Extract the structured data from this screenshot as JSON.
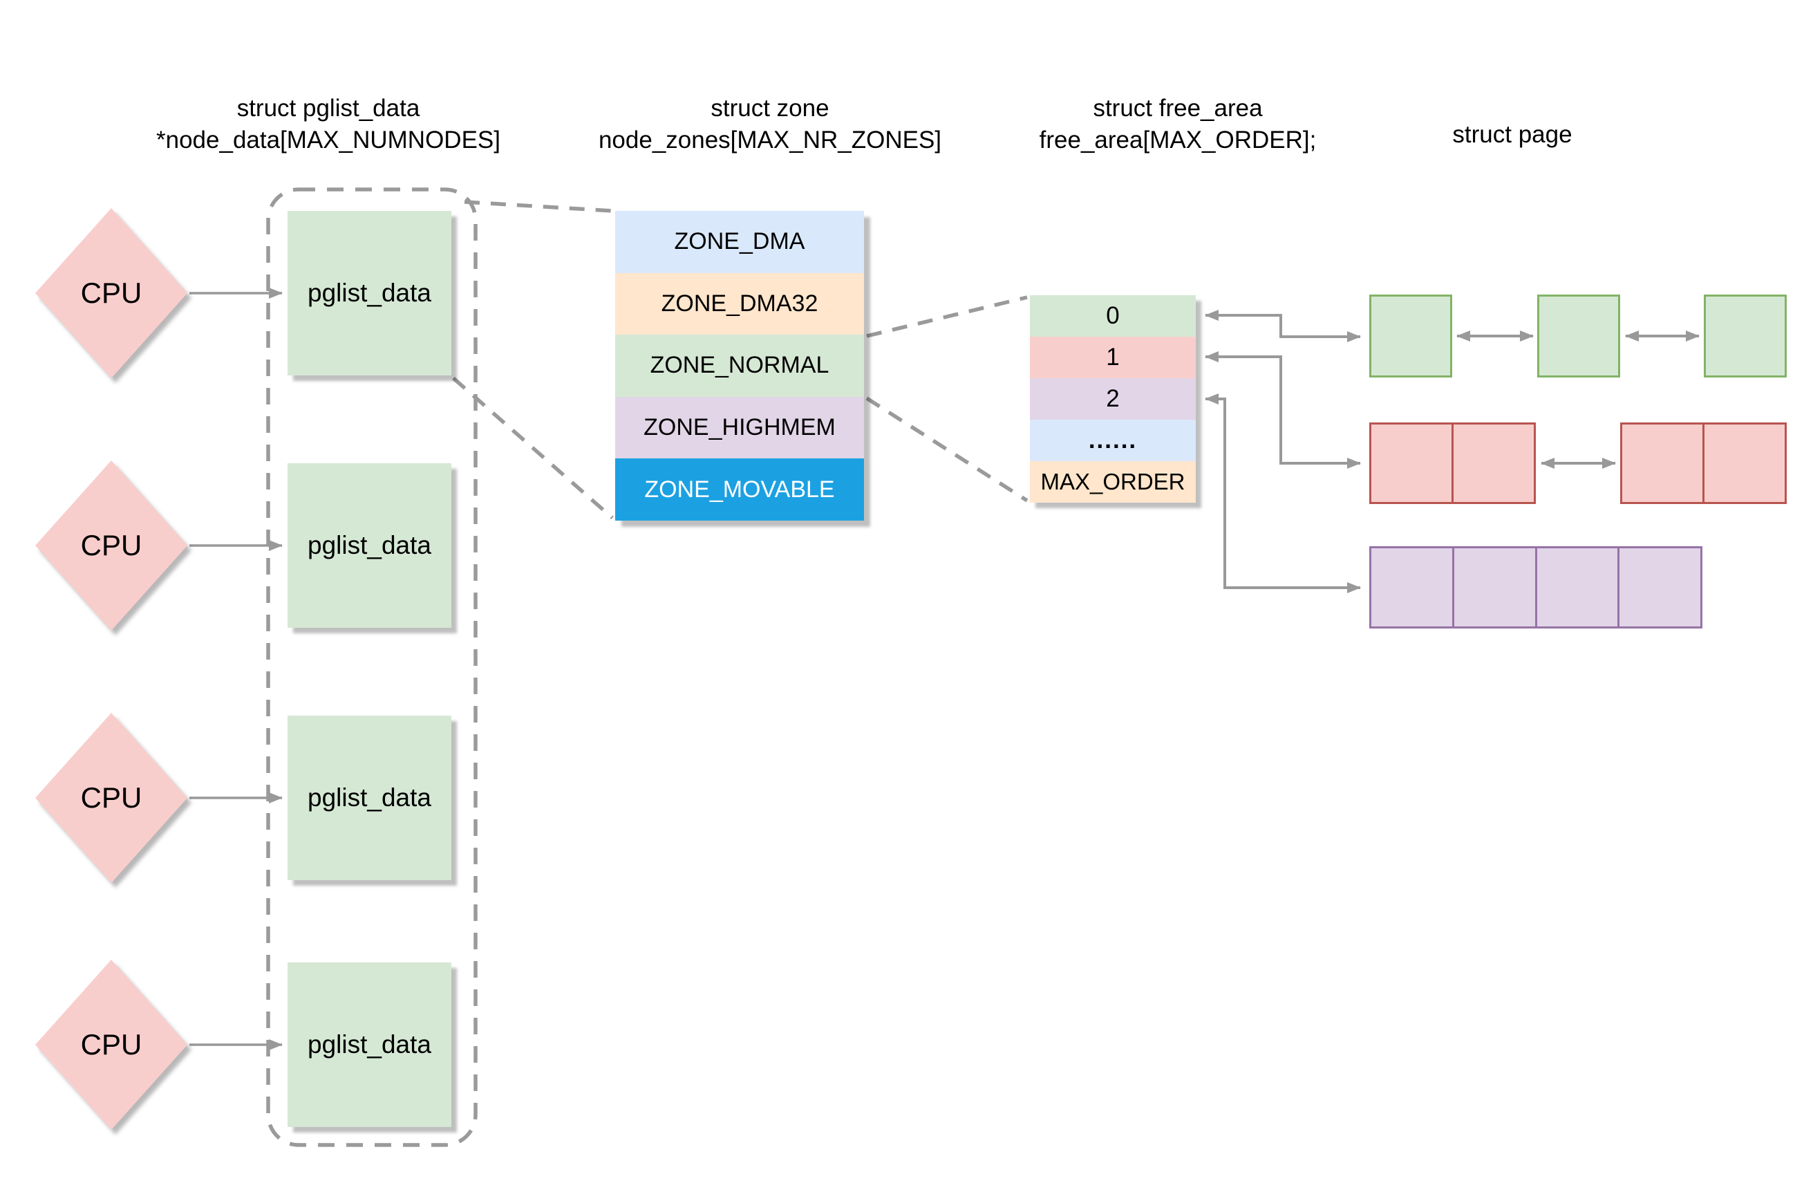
{
  "headers": {
    "pglist": {
      "line1": "struct pglist_data",
      "line2": "*node_data[MAX_NUMNODES]"
    },
    "zone": {
      "line1": "struct zone",
      "line2": "node_zones[MAX_NR_ZONES]"
    },
    "free_area": {
      "line1": "struct free_area",
      "line2": "free_area[MAX_ORDER];"
    },
    "page": {
      "line1": "struct page"
    }
  },
  "cpu_nodes": [
    {
      "label": "CPU"
    },
    {
      "label": "CPU"
    },
    {
      "label": "CPU"
    },
    {
      "label": "CPU"
    }
  ],
  "pglist_nodes": [
    {
      "label": "pglist_data"
    },
    {
      "label": "pglist_data"
    },
    {
      "label": "pglist_data"
    },
    {
      "label": "pglist_data"
    }
  ],
  "zones": {
    "items": [
      {
        "label": "ZONE_DMA",
        "color": "#dae8fc",
        "text": "#000000"
      },
      {
        "label": "ZONE_DMA32",
        "color": "#ffe6cc",
        "text": "#000000"
      },
      {
        "label": "ZONE_NORMAL",
        "color": "#d5e8d4",
        "text": "#000000"
      },
      {
        "label": "ZONE_HIGHMEM",
        "color": "#e1d5e7",
        "text": "#000000"
      },
      {
        "label": "ZONE_MOVABLE",
        "color": "#1ba1e2",
        "text": "#ffffff"
      }
    ]
  },
  "free_area": {
    "rows": [
      {
        "label": "0",
        "color": "#d5e8d4"
      },
      {
        "label": "1",
        "color": "#f8cecc"
      },
      {
        "label": "2",
        "color": "#e1d5e7"
      },
      {
        "label": "......",
        "color": "#dae8fc"
      },
      {
        "label": "MAX_ORDER",
        "color": "#ffe6cc"
      }
    ]
  },
  "pages": {
    "order0": {
      "fill": "#d5e8d4",
      "border": "#82b366",
      "blocks": 3,
      "cells_per_block": 1
    },
    "order1": {
      "fill": "#f8cecc",
      "border": "#b85450",
      "blocks": 2,
      "cells_per_block": 2
    },
    "order2": {
      "fill": "#e1d5e7",
      "border": "#9673a6",
      "blocks": 1,
      "cells_per_block": 4
    }
  },
  "node_shapes": {
    "cpu_fill": "#f8cecc",
    "pglist_fill": "#d5e8d4"
  },
  "colors": {
    "connector_gray": "#999999",
    "dashed_outline_gray": "#9a9a9a",
    "background": "#ffffff"
  }
}
